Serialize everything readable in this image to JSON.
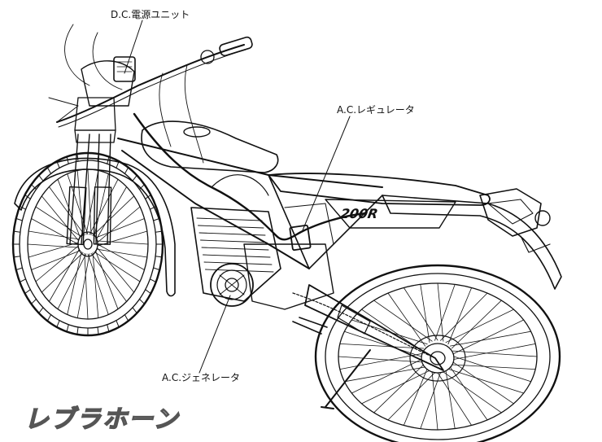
{
  "callouts": {
    "dc_power_unit": "D.C.電源ユニット",
    "ac_regulator": "A.C.レギュレータ",
    "ac_generator": "A.C.ジェネレータ"
  },
  "decal": {
    "model": "200R"
  },
  "watermark": "レブラホーン",
  "colors": {
    "line": "#111111",
    "background": "#ffffff"
  }
}
